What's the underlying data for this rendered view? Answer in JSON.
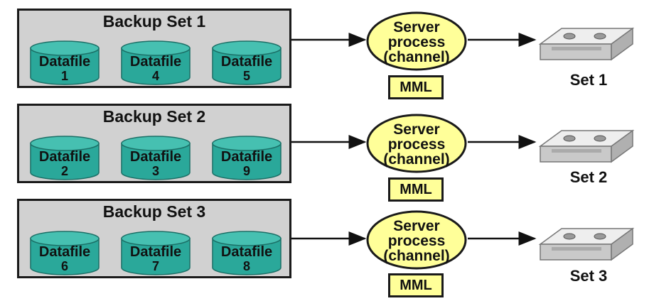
{
  "colors": {
    "background": "#ffffff",
    "set_box_fill": "#d1d1d1",
    "set_box_border": "#1a1a1a",
    "datafile_fill": "#2aa89a",
    "datafile_top": "#46c0b1",
    "server_fill": "#ffff99",
    "mml_fill": "#ffff99",
    "tape_body": "#d4d4d4",
    "tape_top": "#eeeeee"
  },
  "backup_sets": [
    {
      "title": "Backup Set 1",
      "datafiles": [
        {
          "name": "Datafile",
          "number": "1"
        },
        {
          "name": "Datafile",
          "number": "4"
        },
        {
          "name": "Datafile",
          "number": "5"
        }
      ],
      "server": {
        "line1": "Server",
        "line2": "process",
        "line3": "(channel)",
        "mml": "MML"
      },
      "output_label": "Set 1",
      "output_icon": "tape-drive-icon"
    },
    {
      "title": "Backup Set 2",
      "datafiles": [
        {
          "name": "Datafile",
          "number": "2"
        },
        {
          "name": "Datafile",
          "number": "3"
        },
        {
          "name": "Datafile",
          "number": "9"
        }
      ],
      "server": {
        "line1": "Server",
        "line2": "process",
        "line3": "(channel)",
        "mml": "MML"
      },
      "output_label": "Set 2",
      "output_icon": "tape-drive-icon"
    },
    {
      "title": "Backup Set 3",
      "datafiles": [
        {
          "name": "Datafile",
          "number": "6"
        },
        {
          "name": "Datafile",
          "number": "7"
        },
        {
          "name": "Datafile",
          "number": "8"
        }
      ],
      "server": {
        "line1": "Server",
        "line2": "process",
        "line3": "(channel)",
        "mml": "MML"
      },
      "output_label": "Set 3",
      "output_icon": "tape-drive-icon"
    }
  ]
}
